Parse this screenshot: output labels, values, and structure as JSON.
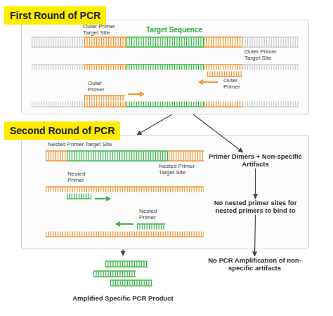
{
  "diagram": {
    "nodes": [
      {
        "text": [
          "First Round of PCR"
        ]
      },
      {
        "text": [
          "Second Round of PCR"
        ]
      },
      {
        "text": [
          "Primer Dimers + Non-specific Artifacts"
        ],
        "in": 1
      },
      {
        "text": [
          "No nested primer sites for nested primers to bind to"
        ],
        "in": 1
      },
      {
        "text": [
          "Amplified Specific PCR Product"
        ]
      },
      {
        "text": [
          "No PCR Amplification of non-specific artifacts"
        ]
      }
    ],
    "edges": [
      {
        "from": 0,
        "to": 1,
        "arrow": "to"
      },
      {
        "from": 0,
        "to": 2,
        "arrow": "to"
      },
      {
        "from": 1,
        "to": 4,
        "arrow": "to"
      },
      {
        "from": 2,
        "to": 3,
        "arrow": "to"
      },
      {
        "from": 3,
        "to": 5,
        "arrow": "to"
      }
    ],
    "labels": [
      "Outer Primer Target Site",
      "Target Sequence",
      "Outer Primer Target Site",
      "Outer Primer",
      "Outer Primer",
      "Nested Primer Target Site",
      "Nested Primer Target Site",
      "Nested Primer",
      "Nested Primer"
    ]
  }
}
